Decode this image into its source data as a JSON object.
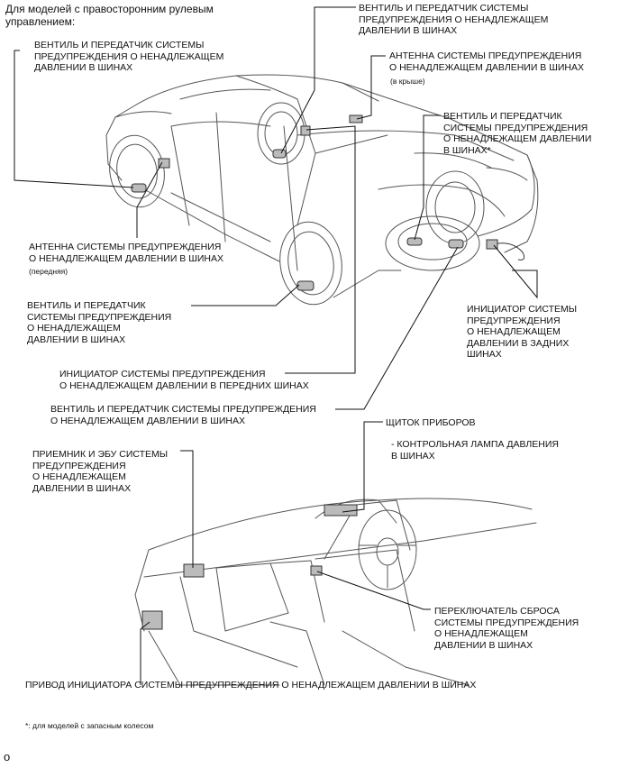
{
  "header": "Для моделей с правосторонним рулевым\nуправлением:",
  "labels": {
    "valve_left_front": "ВЕНТИЛЬ И ПЕРЕДАТЧИК СИСТЕМЫ\nПРЕДУПРЕЖДЕНИЯ О НЕНАДЛЕЖАЩЕМ\nДАВЛЕНИИ В ШИНАХ",
    "valve_top": "ВЕНТИЛЬ И ПЕРЕДАТЧИК СИСТЕМЫ\nПРЕДУПРЕЖДЕНИЯ О НЕНАДЛЕЖАЩЕМ\nДАВЛЕНИИ В ШИНАХ",
    "antenna_roof": "АНТЕННА СИСТЕМЫ ПРЕДУПРЕЖДЕНИЯ\nО НЕНАДЛЕЖАЩЕМ ДАВЛЕНИИ В ШИНАХ",
    "antenna_roof_note": "(в крыше)",
    "valve_spare": "ВЕНТИЛЬ И ПЕРЕДАТЧИК\nСИСТЕМЫ ПРЕДУПРЕЖДЕНИЯ\nО НЕНАДЛЕЖАЩЕМ ДАВЛЕНИИ\nВ ШИНАХ*",
    "antenna_front": "АНТЕННА СИСТЕМЫ ПРЕДУПРЕЖДЕНИЯ\nО НЕНАДЛЕЖАЩЕМ ДАВЛЕНИИ В ШИНАХ",
    "antenna_front_note": "(передняя)",
    "valve_front": "ВЕНТИЛЬ И ПЕРЕДАТЧИК\nСИСТЕМЫ ПРЕДУПРЕЖДЕНИЯ\nО НЕНАДЛЕЖАЩЕМ\nДАВЛЕНИИ В ШИНАХ",
    "initiator_rear": "ИНИЦИАТОР СИСТЕМЫ\nПРЕДУПРЕЖДЕНИЯ\nО НЕНАДЛЕЖАЩЕМ\nДАВЛЕНИИ В ЗАДНИХ\nШИНАХ",
    "initiator_front": "ИНИЦИАТОР СИСТЕМЫ ПРЕДУПРЕЖДЕНИЯ\nО НЕНАДЛЕЖАЩЕМ ДАВЛЕНИИ В ПЕРЕДНИХ ШИНАХ",
    "valve_rear": "ВЕНТИЛЬ И ПЕРЕДАТЧИК СИСТЕМЫ ПРЕДУПРЕЖДЕНИЯ\nО НЕНАДЛЕЖАЩЕМ ДАВЛЕНИИ В ШИНАХ",
    "instrument_panel": "ЩИТОК ПРИБОРОВ",
    "warning_lamp": "- КОНТРОЛЬНАЯ ЛАМПА ДАВЛЕНИЯ\nВ ШИНАХ",
    "receiver_ecu": "ПРИЕМНИК И ЭБУ СИСТЕМЫ\nПРЕДУПРЕЖДЕНИЯ\nО НЕНАДЛЕЖАЩЕМ\nДАВЛЕНИИ В ШИНАХ",
    "reset_switch": "ПЕРЕКЛЮЧАТЕЛЬ СБРОСА\nСИСТЕМЫ ПРЕДУПРЕЖДЕНИЯ\nО НЕНАДЛЕЖАЩЕМ\nДАВЛЕНИИ В ШИНАХ",
    "initiator_driver": "ПРИВОД ИНИЦИАТОРА СИСТЕМЫ ПРЕДУПРЕЖДЕНИЯ О НЕНАДЛЕЖАЩЕМ ДАВЛЕНИИ В ШИНАХ"
  },
  "footnote": "*: для моделей с запасным колесом",
  "page_mark": "o"
}
